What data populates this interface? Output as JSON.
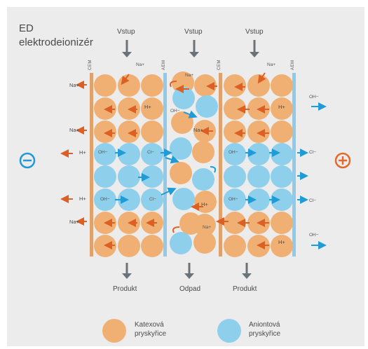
{
  "title": {
    "line1": "ED",
    "line2": "elektrodeionizér"
  },
  "flows": {
    "input_label": "Vstup",
    "product_label": "Produkt",
    "waste_label": "Odpad"
  },
  "membranes": {
    "cem": "CEM",
    "aem": "AEM"
  },
  "ions": {
    "na": "Na+",
    "h": "H+",
    "oh": "OH−",
    "cl": "Cl−"
  },
  "electrodes": {
    "cathode_symbol": "−",
    "anode_symbol": "+"
  },
  "legend": {
    "cation_resin": [
      "Katexová",
      "pryskyřice"
    ],
    "anion_resin": [
      "Aniontová",
      "pryskyřice"
    ]
  },
  "colors": {
    "background": "#ececec",
    "cation_resin": "#f0b074",
    "anion_resin": "#8ecfec",
    "cem_membrane": "#e0a16a",
    "aem_membrane": "#8fcbe8",
    "orange_arrow": "#dd5f24",
    "blue_arrow": "#1f9bd6",
    "gray_arrow": "#6b7378",
    "cathode": "#1e9ad6",
    "anode": "#e36a2c"
  }
}
